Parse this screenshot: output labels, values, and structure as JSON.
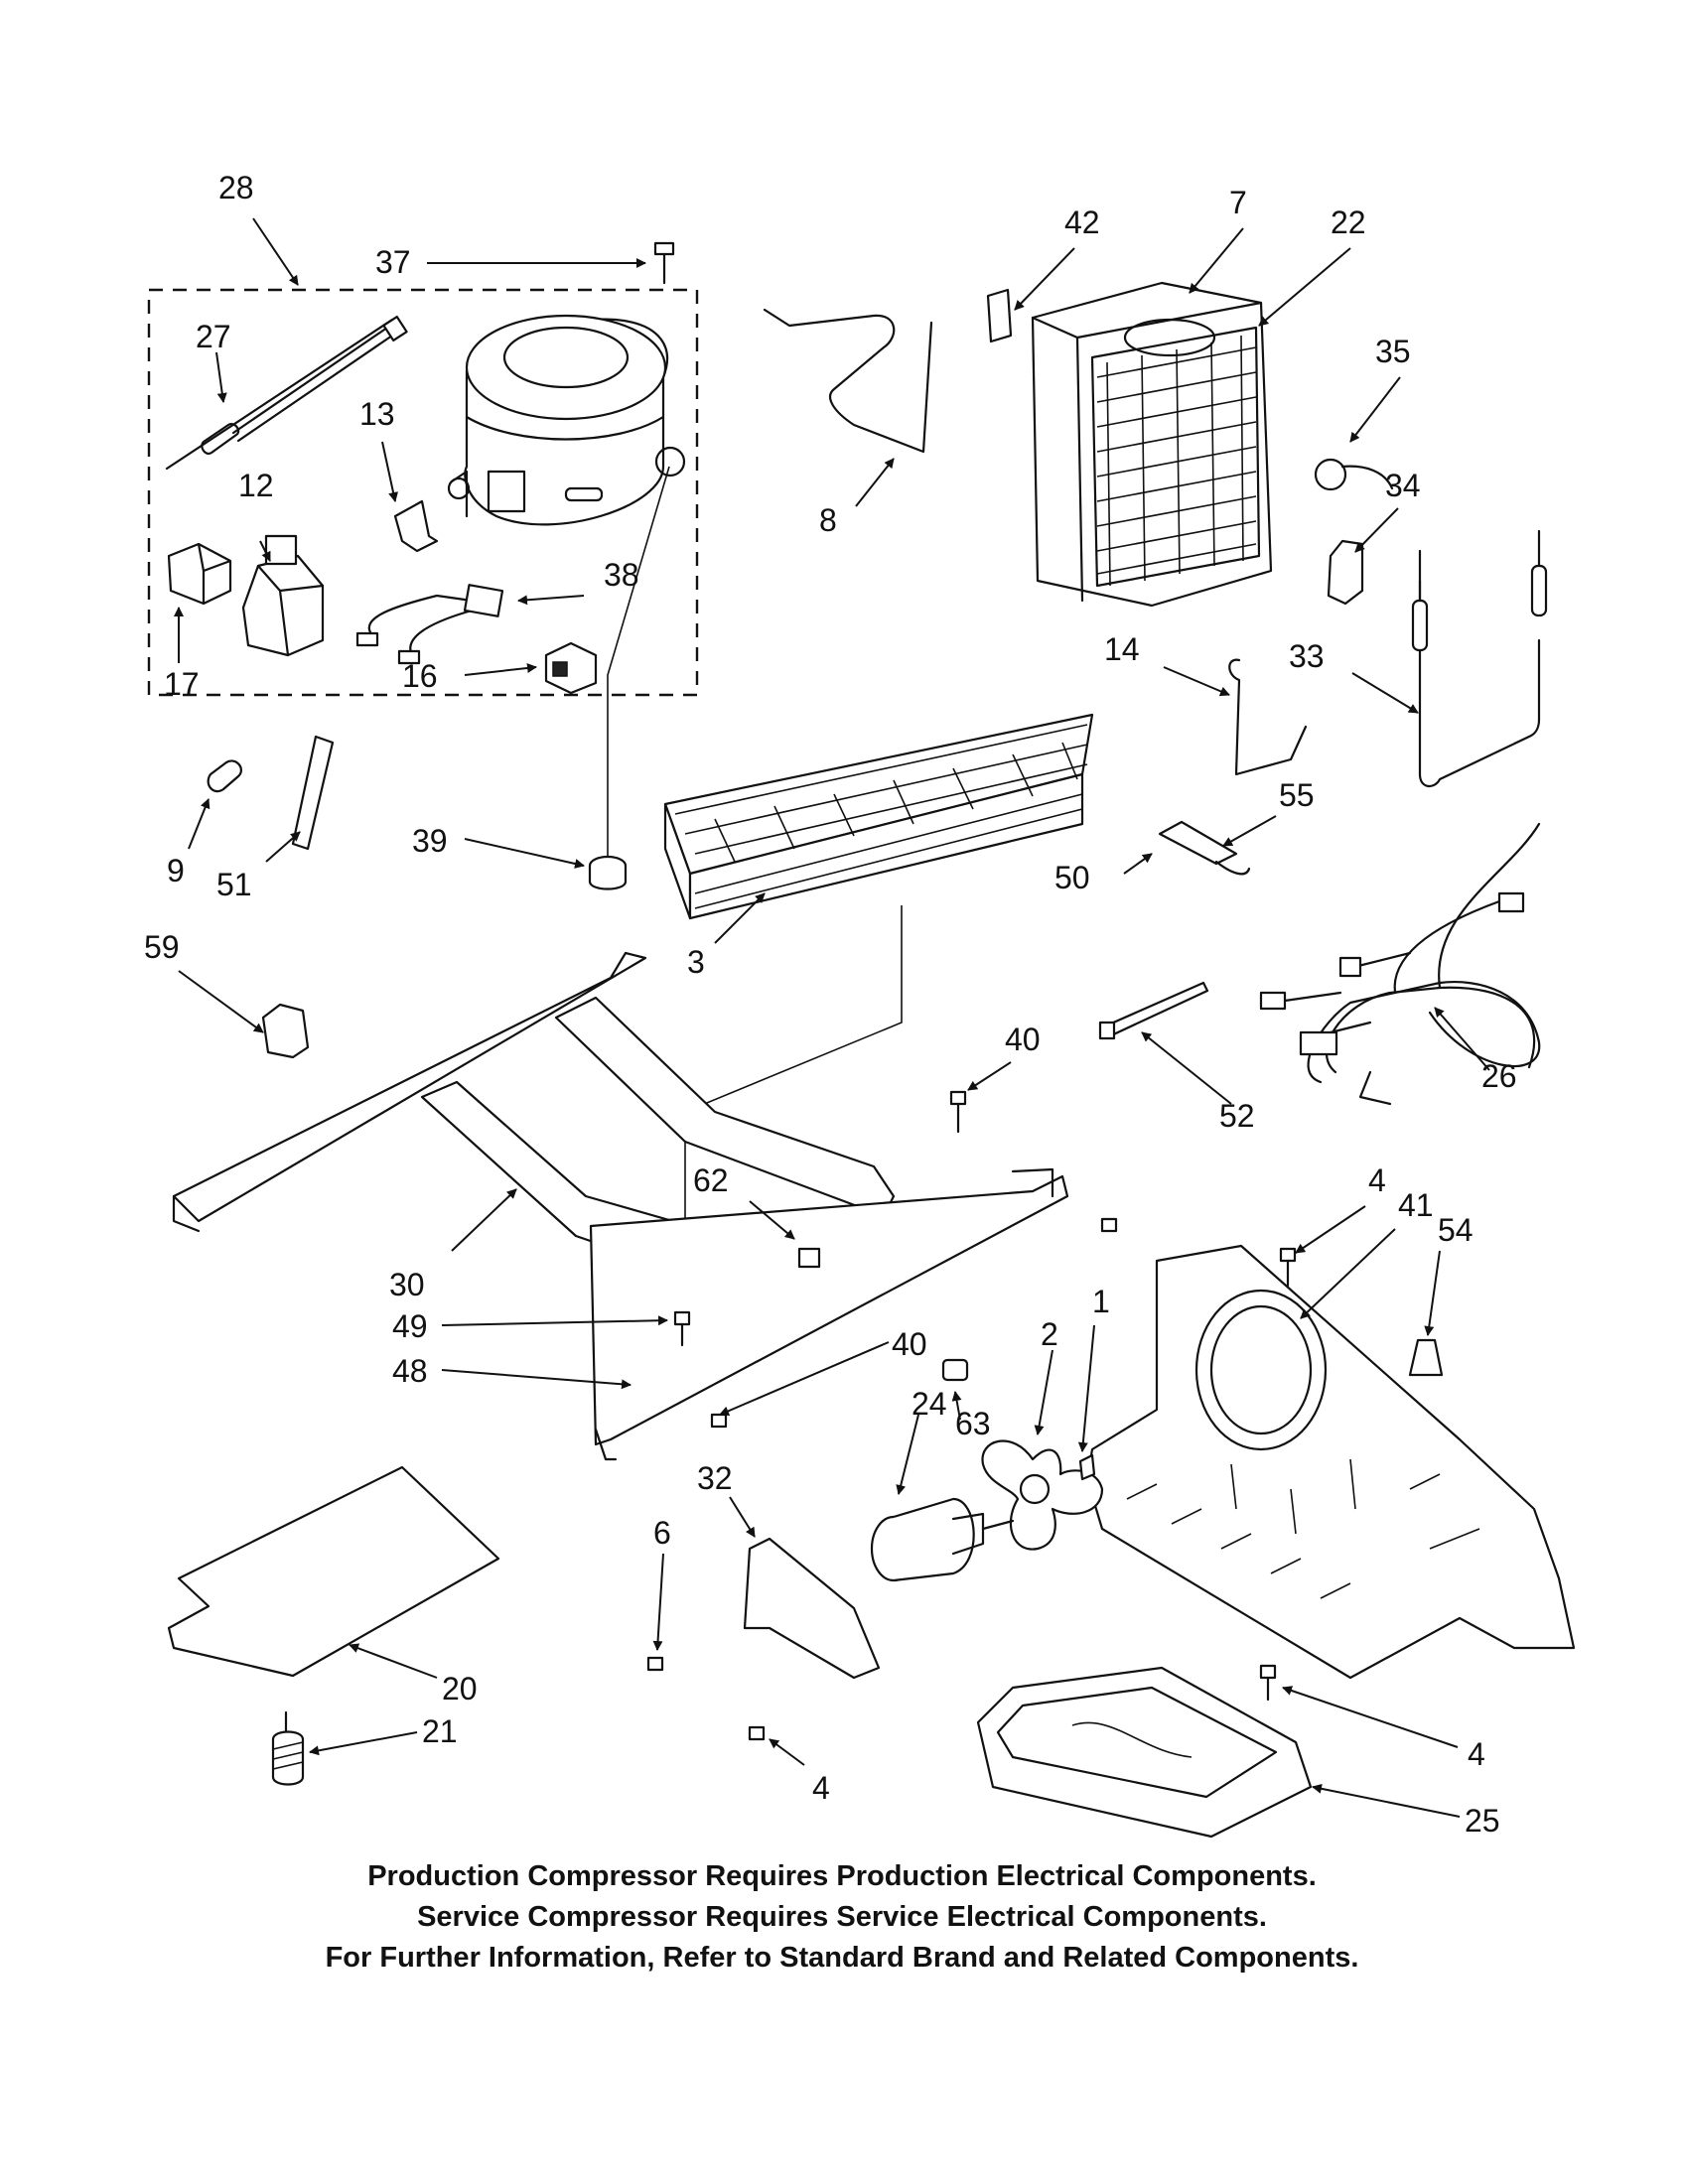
{
  "callouts": [
    {
      "id": "28",
      "text": "28"
    },
    {
      "id": "37",
      "text": "37"
    },
    {
      "id": "27",
      "text": "27"
    },
    {
      "id": "13",
      "text": "13"
    },
    {
      "id": "12",
      "text": "12"
    },
    {
      "id": "17",
      "text": "17"
    },
    {
      "id": "38",
      "text": "38"
    },
    {
      "id": "16",
      "text": "16"
    },
    {
      "id": "42",
      "text": "42"
    },
    {
      "id": "7",
      "text": "7"
    },
    {
      "id": "22",
      "text": "22"
    },
    {
      "id": "8",
      "text": "8"
    },
    {
      "id": "35",
      "text": "35"
    },
    {
      "id": "34",
      "text": "34"
    },
    {
      "id": "14",
      "text": "14"
    },
    {
      "id": "33",
      "text": "33"
    },
    {
      "id": "9",
      "text": "9"
    },
    {
      "id": "51",
      "text": "51"
    },
    {
      "id": "39",
      "text": "39"
    },
    {
      "id": "3",
      "text": "3"
    },
    {
      "id": "55",
      "text": "55"
    },
    {
      "id": "50",
      "text": "50"
    },
    {
      "id": "59",
      "text": "59"
    },
    {
      "id": "40a",
      "text": "40"
    },
    {
      "id": "52",
      "text": "52"
    },
    {
      "id": "26",
      "text": "26"
    },
    {
      "id": "62",
      "text": "62"
    },
    {
      "id": "4a",
      "text": "4"
    },
    {
      "id": "41",
      "text": "41"
    },
    {
      "id": "54",
      "text": "54"
    },
    {
      "id": "30",
      "text": "30"
    },
    {
      "id": "49",
      "text": "49"
    },
    {
      "id": "40b",
      "text": "40"
    },
    {
      "id": "2",
      "text": "2"
    },
    {
      "id": "1",
      "text": "1"
    },
    {
      "id": "48",
      "text": "48"
    },
    {
      "id": "24",
      "text": "24"
    },
    {
      "id": "63",
      "text": "63"
    },
    {
      "id": "32",
      "text": "32"
    },
    {
      "id": "6",
      "text": "6"
    },
    {
      "id": "20",
      "text": "20"
    },
    {
      "id": "21",
      "text": "21"
    },
    {
      "id": "4b",
      "text": "4"
    },
    {
      "id": "4c",
      "text": "4"
    },
    {
      "id": "25",
      "text": "25"
    }
  ],
  "notes": {
    "line1": "Production Compressor Requires Production Electrical Components.",
    "line2": "Service Compressor Requires Service Electrical Components.",
    "line3": "For Further Information, Refer to Standard Brand and Related Components."
  }
}
